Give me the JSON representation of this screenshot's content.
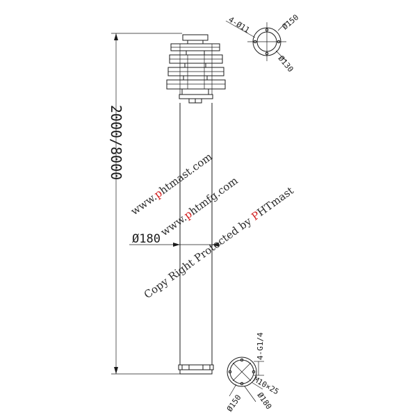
{
  "dimensions": {
    "height_range": "2000/8000",
    "tube_diameter": "Ø180",
    "top_bolts": "4-Ø11",
    "top_outer": "Ø150",
    "top_inner": "Ø130",
    "base_thread": "4-G1/4",
    "base_screw": "M10×25",
    "base_inner": "Ø150",
    "base_outer": "Ø180"
  },
  "watermark": {
    "line1_pre": "www.",
    "line1_red": "p",
    "line1_post": "htmast.com",
    "line2_pre": "www.",
    "line2_red": "p",
    "line2_post": "htmfg.com",
    "line3_pre": "Copy Right Protected by ",
    "line3_red": "P",
    "line3_post": "HTmast"
  },
  "colors": {
    "line": "#1a1a1a",
    "watermark": "#2a2a2a",
    "watermark_accent": "#d32020"
  }
}
